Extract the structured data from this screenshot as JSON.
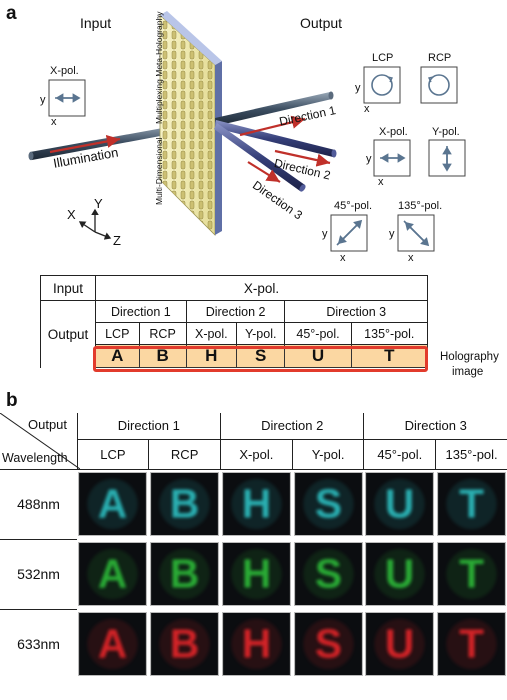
{
  "panel_a": {
    "label": "a",
    "input_title": "Input",
    "output_title": "Output",
    "input_pol_label": "X-pol.",
    "illumination": "Illumination",
    "metasurface_label_1": "Multiplexing Meta-Holography",
    "metasurface_label_2": "Multi-Dimensional",
    "directions": [
      "Direction 1",
      "Direction 2",
      "Direction 3"
    ],
    "axes": {
      "x": "x",
      "y": "y",
      "X": "X",
      "Y": "Y",
      "Z": "Z"
    },
    "pol_boxes": [
      "LCP",
      "RCP",
      "X-pol.",
      "Y-pol.",
      "45°-pol.",
      "135°-pol."
    ],
    "table": {
      "input_label": "Input",
      "input_value": "X-pol.",
      "output_label": "Output",
      "directions": [
        "Direction 1",
        "Direction 2",
        "Direction 3"
      ],
      "pols": [
        "LCP",
        "RCP",
        "X-pol.",
        "Y-pol.",
        "45°-pol.",
        "135°-pol."
      ],
      "letters": [
        "A",
        "B",
        "H",
        "S",
        "U",
        "T"
      ],
      "holo_label_1": "Holography",
      "holo_label_2": "image"
    },
    "colors": {
      "holo_fill": "#fbd7a2",
      "holo_border": "#e23b2c",
      "arrow": "#c0302a"
    }
  },
  "panel_b": {
    "label": "b",
    "corner_top": "Output",
    "corner_bottom": "Wavelength",
    "directions": [
      "Direction 1",
      "Direction 2",
      "Direction 3"
    ],
    "pols": [
      "LCP",
      "RCP",
      "X-pol.",
      "Y-pol.",
      "45°-pol.",
      "135°-pol."
    ],
    "wavelengths": [
      "488nm",
      "532nm",
      "633nm"
    ],
    "letters": [
      "A",
      "B",
      "H",
      "S",
      "U",
      "T"
    ],
    "colors": {
      "488nm": "#2fc7c9",
      "532nm": "#2fc23a",
      "633nm": "#f0252c"
    }
  }
}
